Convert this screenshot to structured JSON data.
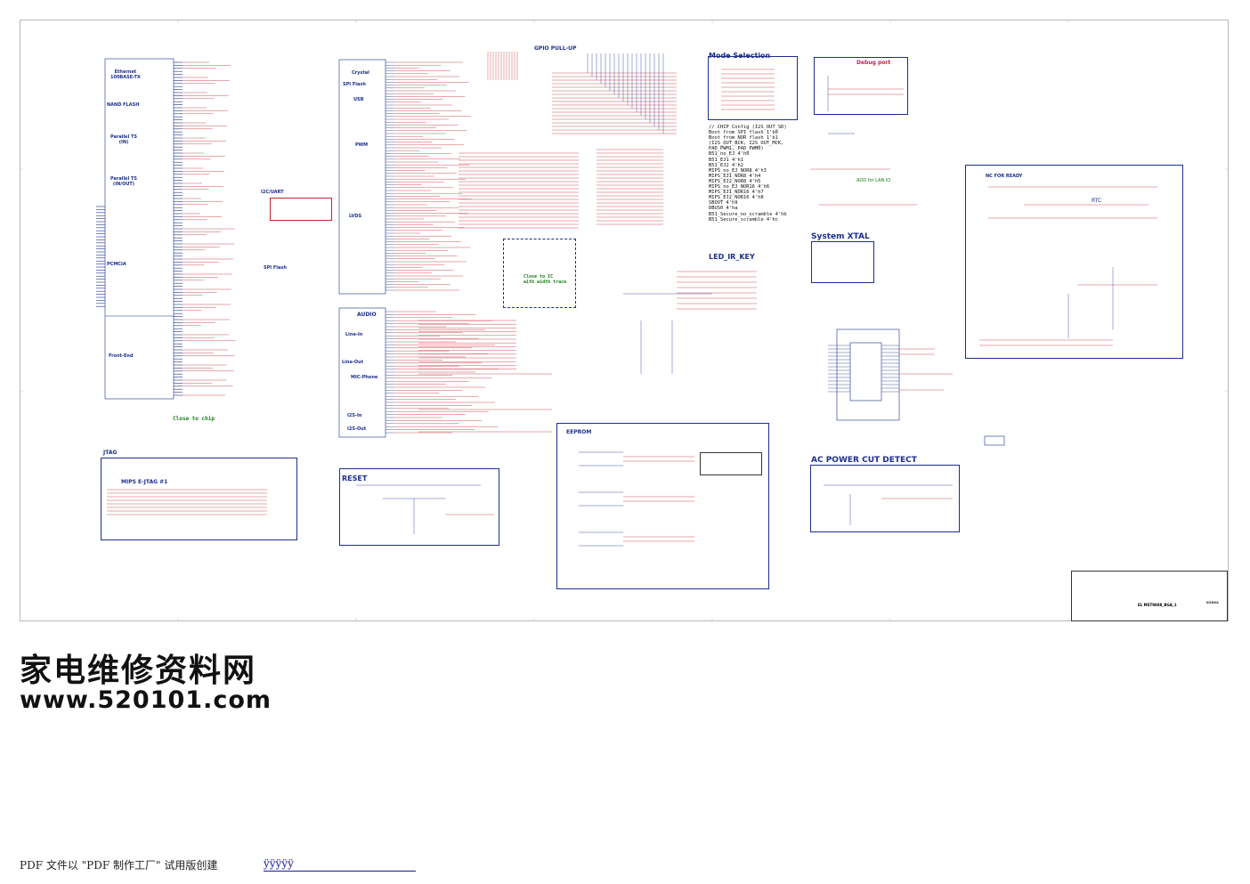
{
  "schematic": {
    "sections": {
      "ethernet": "Ethernet\n100BASE-TX",
      "nand_flash": "NAND FLASH",
      "parallel_ts_in": "Parallel TS\n(IN)",
      "parallel_ts_inout": "Parallel TS\n(IN/OUT)",
      "pcmcia": "PCMCIA",
      "front_end": "Front-End",
      "i2c_uart": "I2C/UART",
      "spi_flash": "SPI Flash",
      "gpio_pullup": "GPIO PULL-UP",
      "crystal": "Crystal",
      "spi_flash_pin": "SPI Flash",
      "usb": "USB",
      "pwm": "PWM",
      "lvds": "LVDS",
      "audio": "AUDIO",
      "line_in": "Line-In",
      "line_out": "Line-Out",
      "mic_phone": "MIC-Phone",
      "i2s_in": "I2S-In",
      "i2s_out": "I2S-Out",
      "mode_selection": "Mode Selection",
      "debug_port": "Debug port",
      "add_lan_io": "ADD for LAN IO",
      "nc_for_ready": "NC FOR READY",
      "rtc": "RTC",
      "system_xtal": "System XTAL",
      "led_ir_key": "LED_IR_KEY",
      "jtag": "JTAG",
      "mips_ejtag": "MIPS E-JTAG #1",
      "reset": "RESET",
      "eeprom": "EEPROM",
      "ac_power_cut_detect": "AC POWER CUT DETECT"
    },
    "notes": {
      "close_to_chip": "Close to chip",
      "close_to_ic": "Close to IC\nwith width trace"
    },
    "mode_config": [
      "// CHIP Config (I2S_OUT_SD)",
      "Boot from SPI flash      1'b0",
      "Boot from NOR flash      1'b1",
      "(I2S_OUT_BCK, I2S_OUT_MCK,",
      "PAD_PWM1, PAD_PWM0)",
      "B51_no_EJ               4'h0",
      "B51_EJ1                 4'h1",
      "B51_EJ2                 4'h2",
      "MIPS_no_EJ_NOR8         4'h3",
      "MIPS_EJ1_NOR8           4'h4",
      "MIPS_EJ2_NOR8           4'h5",
      "MIPS_no_EJ_NOR16        4'h6",
      "MIPS_EJ1_NOR16          4'h7",
      "MIPS_EJ2_NOR16          4'h8",
      "SBOOT                   4'h9",
      "DBUS0                   4'ha",
      "B51_Secure_no_scramble  4'hb",
      "B51_Secure_scramble     4'hc"
    ],
    "title_block": {
      "doc_name": "EL MST9888_BGA_1",
      "company": "KONKA"
    }
  },
  "watermark": {
    "site_name_cn": "家电维修资料网",
    "url": "www.520101.com"
  },
  "footer": {
    "text": "PDF 文件以 \"PDF 制作工厂\" 试用版创建",
    "link": "ÿÿÿÿÿ"
  }
}
